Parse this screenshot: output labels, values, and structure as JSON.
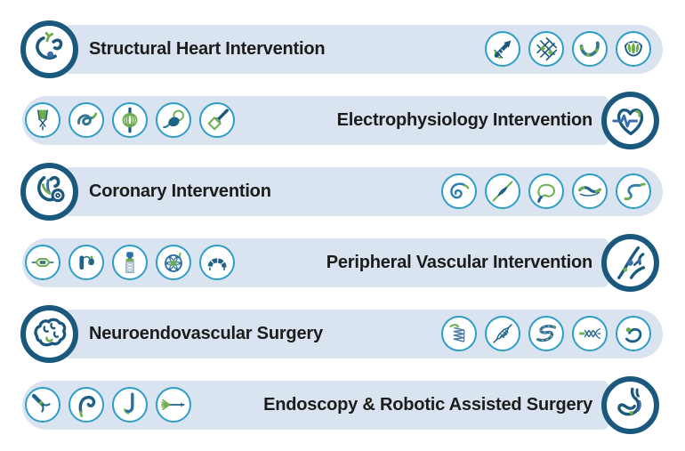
{
  "colors": {
    "band_background": "#d9e4f0",
    "large_ring": "#1a587e",
    "small_ring": "#2f9dc9",
    "icon_navy": "#1f6287",
    "icon_steel_blue": "#2a6fa8",
    "icon_teal": "#33788f",
    "icon_green": "#6fae4e",
    "text": "#1c1c1c"
  },
  "bands": [
    {
      "label": "Structural Heart Intervention",
      "category_icon": "structural-heart-icon",
      "icon_side": "left",
      "device_icons": [
        "delivery-system-icon",
        "mesh-stent-icon",
        "steerable-catheter-icon",
        "valve-leaflets-icon"
      ]
    },
    {
      "label": "Electrophysiology Intervention",
      "category_icon": "ecg-heart-icon",
      "icon_side": "right",
      "device_icons": [
        "introducer-sheath-icon",
        "ablation-coil-icon",
        "basket-catheter-icon",
        "cryoballoon-icon",
        "mapping-electrode-icon"
      ]
    },
    {
      "label": "Coronary Intervention",
      "category_icon": "heart-stethoscope-icon",
      "icon_side": "left",
      "device_icons": [
        "spiral-guidewire-icon",
        "balloon-catheter-icon",
        "loop-guidewire-icon",
        "segmented-catheter-icon",
        "s-guidewire-icon"
      ]
    },
    {
      "label": "Peripheral Vascular Intervention",
      "category_icon": "vessel-bifurcation-icon",
      "icon_side": "right",
      "device_icons": [
        "peripheral-balloon-icon",
        "aspiration-device-icon",
        "covered-stent-icon",
        "embolic-filter-icon",
        "stent-graft-arch-icon"
      ]
    },
    {
      "label": "Neuroendovascular Surgery",
      "category_icon": "brain-icon",
      "icon_side": "left",
      "device_icons": [
        "embolic-coil-icon",
        "stent-retriever-icon",
        "access-catheter-icon",
        "flow-diverter-icon",
        "detachable-coil-icon"
      ]
    },
    {
      "label": "Endoscopy & Robotic Assisted Surgery",
      "category_icon": "stomach-icon",
      "icon_side": "right",
      "device_icons": [
        "grasper-forceps-icon",
        "endoscope-hook-icon",
        "duodenoscope-icon",
        "spray-catheter-icon"
      ]
    }
  ]
}
